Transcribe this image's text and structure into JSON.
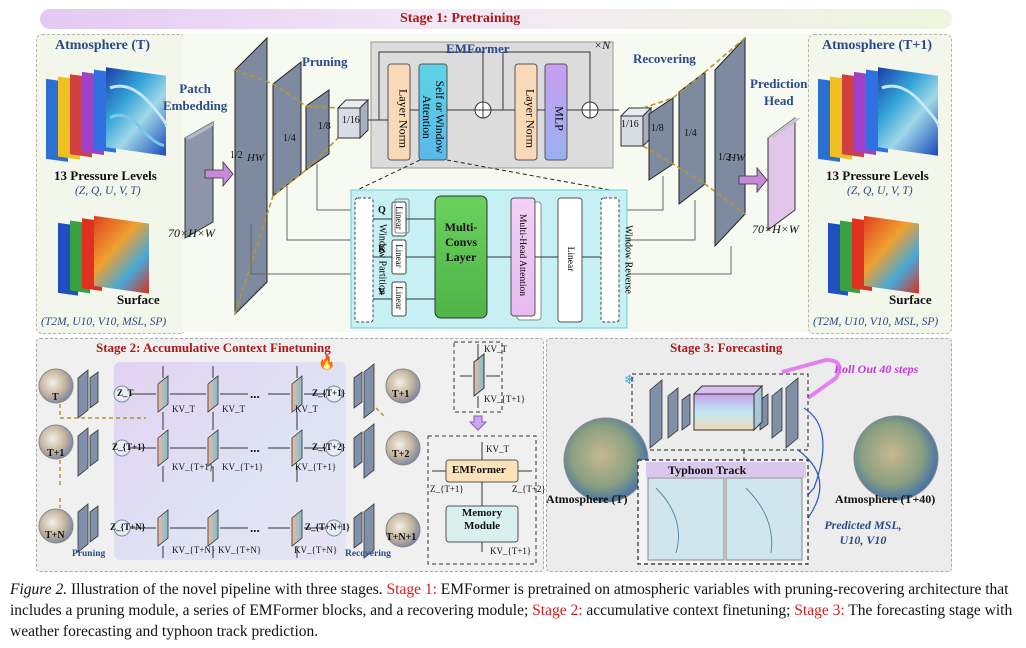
{
  "stage1": {
    "title": "Stage 1: Pretraining",
    "atmos_in_title": "Atmosphere (T)",
    "atmos_out_title": "Atmosphere (T+1)",
    "pressure_label": "13 Pressure Levels",
    "pressure_vars": "(Z, Q, U, V, T)",
    "surface_label": "Surface",
    "surface_vars": "(T2M, U10, V10, MSL, SP)",
    "patch_embedding": "Patch\nEmbedding",
    "prediction_head": "Prediction\nHead",
    "pruning": "Pruning",
    "recovering": "Recovering",
    "emformer": "EMFormer",
    "times_n": "×N",
    "layer_norm": "Layer Norm",
    "attention": "Self or Window\nAttention",
    "layer_norm2": "Layer Norm",
    "mlp": "MLP",
    "input_size": "70×H×W",
    "output_size": "70×H×W",
    "hw_half": "HW",
    "frac_quarter": "1/4",
    "frac_eighth": "1/8",
    "frac_sixteenth": "1/16",
    "frac_half": "1/2",
    "window_partition": "Window Partition",
    "window_reverse": "Window Reverse",
    "q": "Q",
    "k": "K",
    "v": "V",
    "linear": "Linear",
    "multi_convs": "Multi-Convs\nLayer",
    "mha": "Multi-Head Attention",
    "linear_out": "Linear"
  },
  "stage2": {
    "title": "Stage 2: Accumulative Context Finetuning",
    "rows": [
      "T",
      "T+1",
      "T+N"
    ],
    "outs": [
      "T+1",
      "T+2",
      "T+N+1"
    ],
    "z_in": [
      "Z_T",
      "Z_{T+1}",
      "Z_{T+N}"
    ],
    "z_out": [
      "Z_{T+1}",
      "Z_{T+2}",
      "Z_{T+N+1}"
    ],
    "kv_row1": "KV_T",
    "kv_row2": "KV_{T+1}",
    "kv_row3": "KV_{T+N}",
    "pruning": "Pruning",
    "recovering": "Recovering",
    "ellipsis": "...",
    "kv_top": "KV_T",
    "kv_mid": "KV_{T+1}",
    "kv_in": "KV_T",
    "emformer": "EMFormer",
    "z_left": "Z_{T+1}",
    "z_right": "Z_{T+2}",
    "memory_module": "Memory\nModule",
    "kv_bottom": "KV_{T+1}"
  },
  "stage3": {
    "title": "Stage 3: Forecasting",
    "rollout": "Roll Out 40 steps",
    "typhoon": "Typhoon Track",
    "atmos_t": "Atmosphere (T)",
    "atmos_t40": "Atmosphere (T+40)",
    "predicted": "Predicted MSL,\nU10, V10"
  },
  "caption": {
    "label": "Figure 2.",
    "p1": " Illustration of the novel pipeline with three stages. ",
    "s1": "Stage 1:",
    "p2": " EMFormer is pretrained on atmospheric variables with pruning-recovering architecture that includes a pruning module, a series of EMFormer blocks, and a recovering module; ",
    "s2": "Stage 2:",
    "p3": " accumulative context finetuning; ",
    "s3": "Stage 3:",
    "p4": " The forecasting stage with weather forecasting and typhoon track prediction."
  },
  "colors": {
    "stage_bar_left": "#e8d2f4",
    "stage_bar_right": "#eef5dc",
    "panel_bg": "#f1f6e6",
    "cyan_box": "#c7f0f4",
    "title_red": "#b01818",
    "label_blue": "#2a4a8a",
    "rollout_purple": "#c23ad9",
    "ln_fill": "#f9d9b8",
    "attn_fill": "#5fd3e8",
    "mlp_fill": "#d8b5f0",
    "multiconv_fill": "#63c857"
  }
}
